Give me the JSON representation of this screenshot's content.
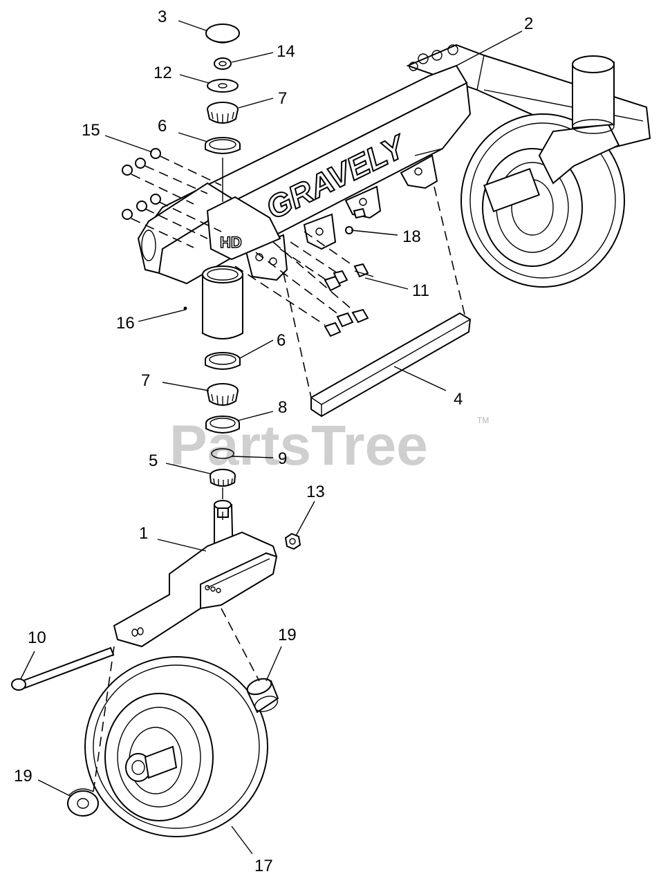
{
  "diagram": {
    "brand_label": "GRAVELY",
    "watermark": "PartsTree",
    "watermark_mark": "TM",
    "callouts": [
      {
        "id": "c3",
        "text": "3"
      },
      {
        "id": "c14",
        "text": "14"
      },
      {
        "id": "c12",
        "text": "12"
      },
      {
        "id": "c7a",
        "text": "7"
      },
      {
        "id": "c6a",
        "text": "6"
      },
      {
        "id": "c15",
        "text": "15"
      },
      {
        "id": "c2",
        "text": "2"
      },
      {
        "id": "c18",
        "text": "18"
      },
      {
        "id": "c11",
        "text": "11"
      },
      {
        "id": "c16",
        "text": "16"
      },
      {
        "id": "c6b",
        "text": "6"
      },
      {
        "id": "c7b",
        "text": "7"
      },
      {
        "id": "c8",
        "text": "8"
      },
      {
        "id": "c4",
        "text": "4"
      },
      {
        "id": "c9",
        "text": "9"
      },
      {
        "id": "c5",
        "text": "5"
      },
      {
        "id": "c13",
        "text": "13"
      },
      {
        "id": "c1",
        "text": "1"
      },
      {
        "id": "c10",
        "text": "10"
      },
      {
        "id": "c19a",
        "text": "19"
      },
      {
        "id": "c19b",
        "text": "19"
      },
      {
        "id": "c17",
        "text": "17"
      }
    ]
  }
}
